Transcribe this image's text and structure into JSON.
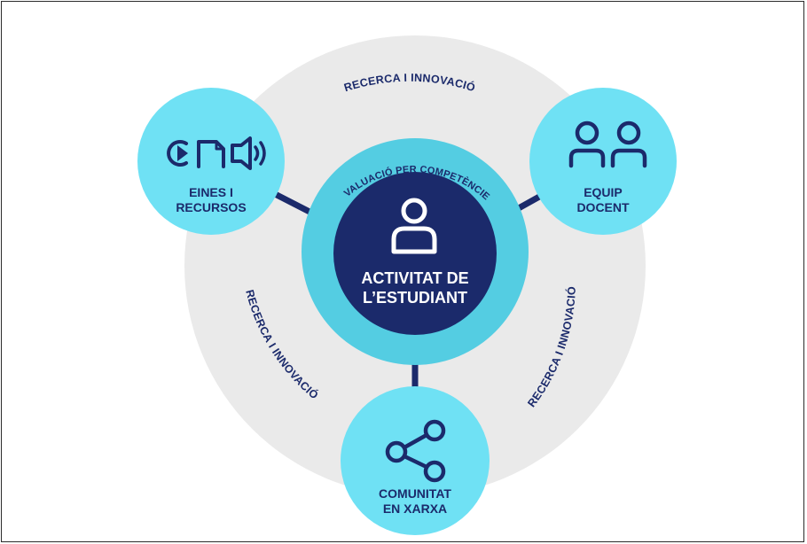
{
  "diagram": {
    "center": {
      "title_line1": "ACTIVITAT DE",
      "title_line2": "L’ESTUDIANT",
      "icon": "person-icon"
    },
    "inner_ring_label": "AVALUACIÓ PER COMPETÈNCIES",
    "outer_arc_labels": {
      "top": "RECERCA I INNOVACIÓ",
      "left": "RECERCA I INNOVACIÓ",
      "right": "RECERCA I INNOVACIÓ"
    },
    "nodes": {
      "tools": {
        "line1": "EINES I",
        "line2": "RECURSOS",
        "icon": "media-tools-icon"
      },
      "team": {
        "line1": "EQUIP",
        "line2": "DOCENT",
        "icon": "people-icon"
      },
      "community": {
        "line1": "COMUNITAT",
        "line2": "EN XARXA",
        "icon": "share-network-icon"
      }
    },
    "colors": {
      "navy": "#1b2a6b",
      "light_cyan": "#6fe1f4",
      "inner_ring": "#54cde2",
      "grey_disc": "#eaeaea"
    }
  }
}
